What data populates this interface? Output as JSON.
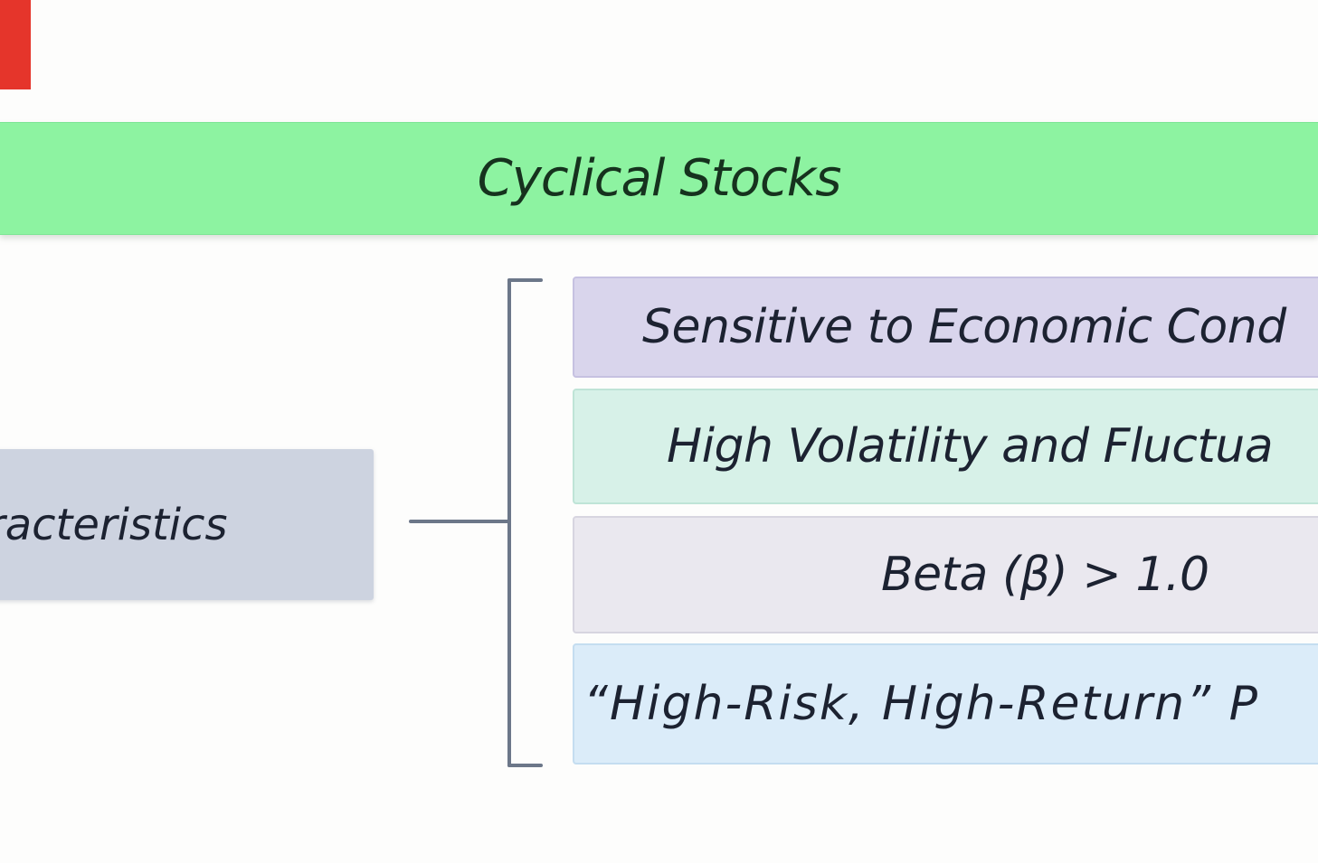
{
  "annotation_marker": {
    "color": "#e5352b"
  },
  "root": {
    "title": "Cyclical Stocks",
    "bg": "#8df3a1",
    "text_color": "#16321e"
  },
  "left_node": {
    "label": "racteristics",
    "bg": "#cdd3e0"
  },
  "connector": {
    "color": "#6c7789"
  },
  "branches": [
    {
      "label": "Sensitive to Economic Cond",
      "bg": "#d9d5ec",
      "border": "#c6c1e1"
    },
    {
      "label": "High Volatility and Fluctua",
      "bg": "#d7f1e8",
      "border": "#bfe4d7"
    },
    {
      "label": "Beta (β) > 1.0",
      "bg": "#eae8ef",
      "border": "#d7d5e0"
    },
    {
      "label": "“High-Risk, High-Return” P",
      "bg": "#dbecf9",
      "border": "#c4ddf0"
    }
  ],
  "text_color": "#1c2231"
}
